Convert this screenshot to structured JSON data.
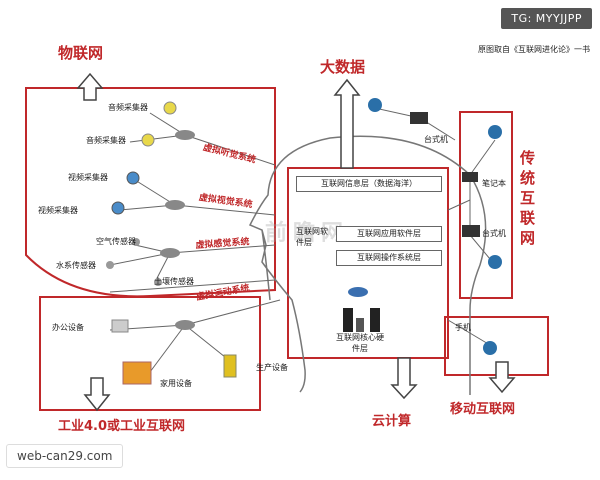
{
  "badge": "TG: MYYJJPP",
  "source_note": "原图取自《互联网进化论》一书",
  "watermark": "web-can29.com",
  "center_watermark": "前瞻网",
  "titles": {
    "iot": "物联网",
    "big_data": "大数据",
    "traditional_internet": "传统互联网",
    "cloud_computing": "云计算",
    "mobile_internet": "移动互联网",
    "industrial": "工业4.0或工业互联网"
  },
  "iot_devices": {
    "audio1": "音频采集器",
    "audio2": "音频采集器",
    "video1": "视频采集器",
    "video2": "视频采集器",
    "air_sensor": "空气传感器",
    "water_sensor": "水系传感器",
    "soil_sensor": "土壤传感器"
  },
  "virtual_systems": {
    "hearing": "虚拟听觉系统",
    "vision": "虚拟视觉系统",
    "sensing": "虚拟感觉系统",
    "motor": "虚拟运动系统"
  },
  "layers": {
    "info_layer": "互联网信息层（数据海洋）",
    "software_layer": "互联网软件层",
    "app_software": "互联网应用软件层",
    "os_layer": "互联网操作系统层",
    "core_hardware": "互联网核心硬件层"
  },
  "traditional_devices": {
    "desktop1": "台式机",
    "laptop": "笔记本",
    "desktop2": "台式机"
  },
  "mobile_devices": {
    "phone": "手机"
  },
  "industrial_devices": {
    "office": "办公设备",
    "home": "家用设备",
    "production": "生产设备"
  },
  "colors": {
    "accent_red": "#c0282a",
    "line_gray": "#666666",
    "node_gray": "#888888"
  }
}
